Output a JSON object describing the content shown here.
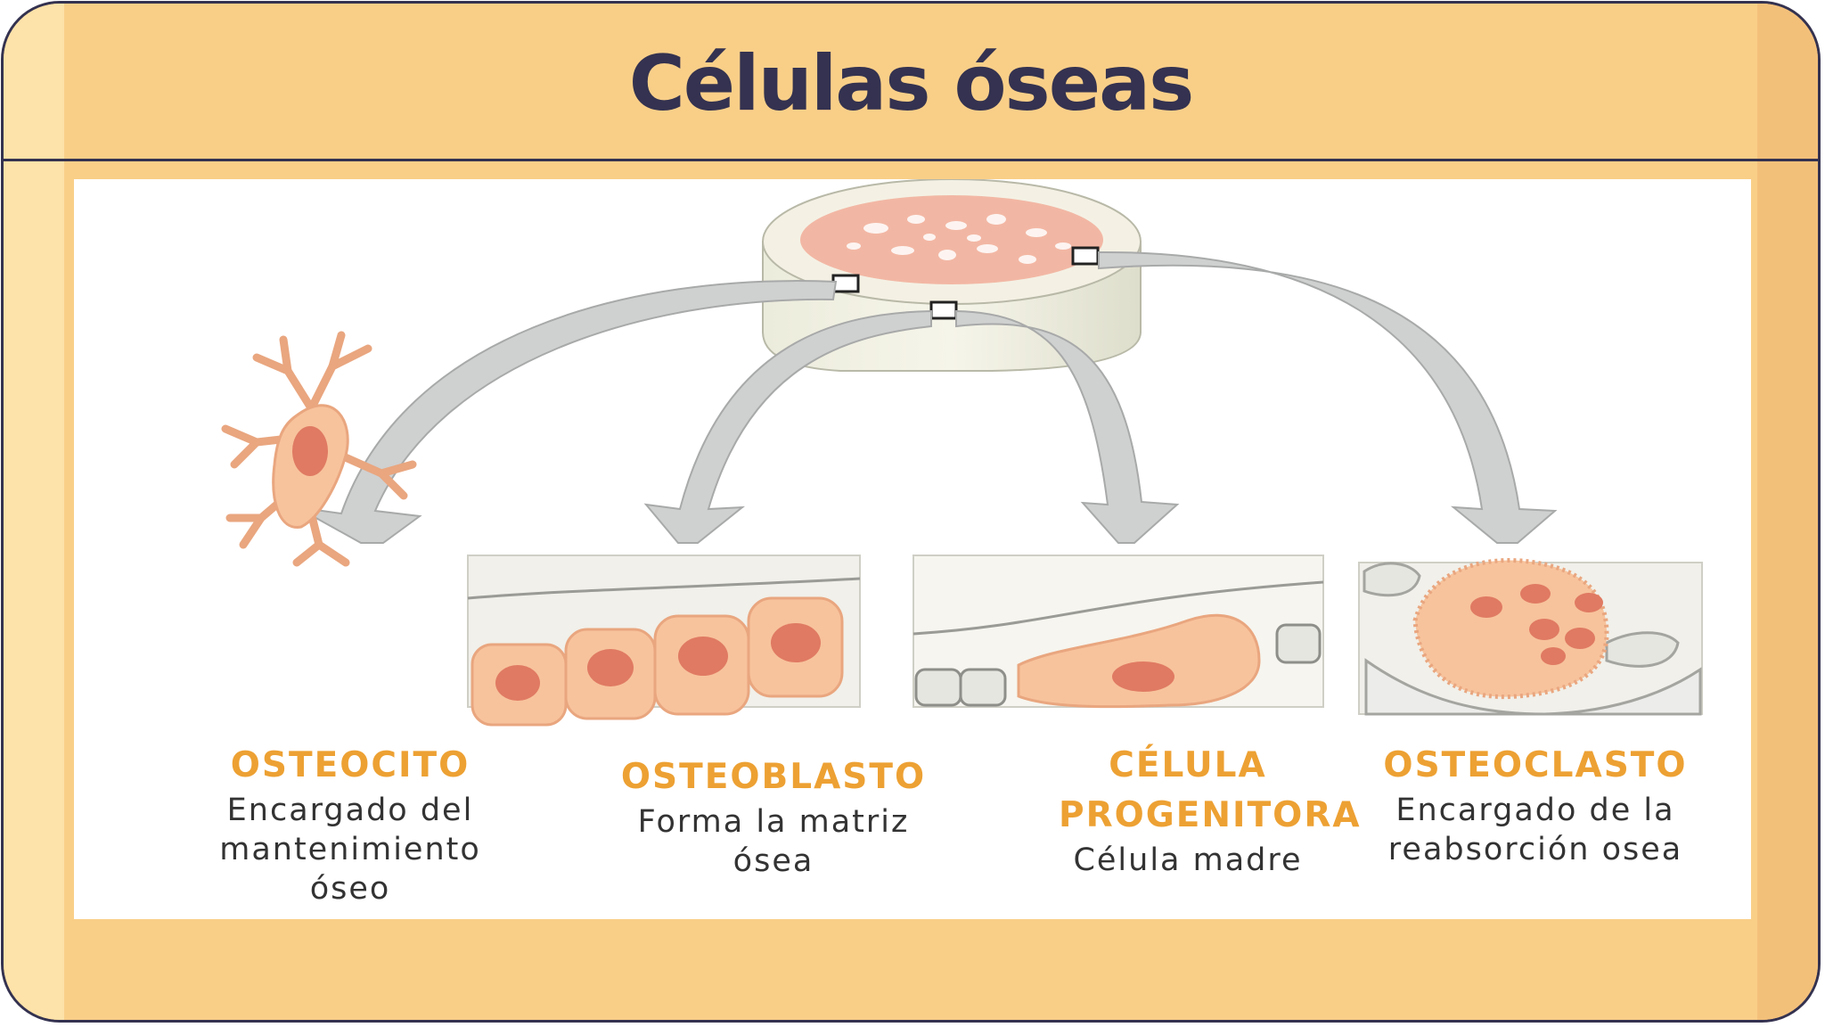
{
  "slide": {
    "title": "Células óseas"
  },
  "cells": [
    {
      "name": "OSTEOCITO",
      "description": "Encargado del mantenimiento óseo"
    },
    {
      "name": "OSTEOBLASTO",
      "description": "Forma la matriz ósea"
    },
    {
      "name": "CÉLULA PROGENITORA",
      "description": "Célula madre"
    },
    {
      "name": "OSTEOCLASTO",
      "description": "Encargado de la reabsorción osea"
    }
  ],
  "colors": {
    "frame_fill": "#f9cf88",
    "frame_border": "#343250",
    "title_text": "#343250",
    "cell_name": "#eda133",
    "cell_body": "#f7c39c",
    "cell_nucleus": "#e07a62",
    "arrow_fill": "#cfd0d0"
  }
}
